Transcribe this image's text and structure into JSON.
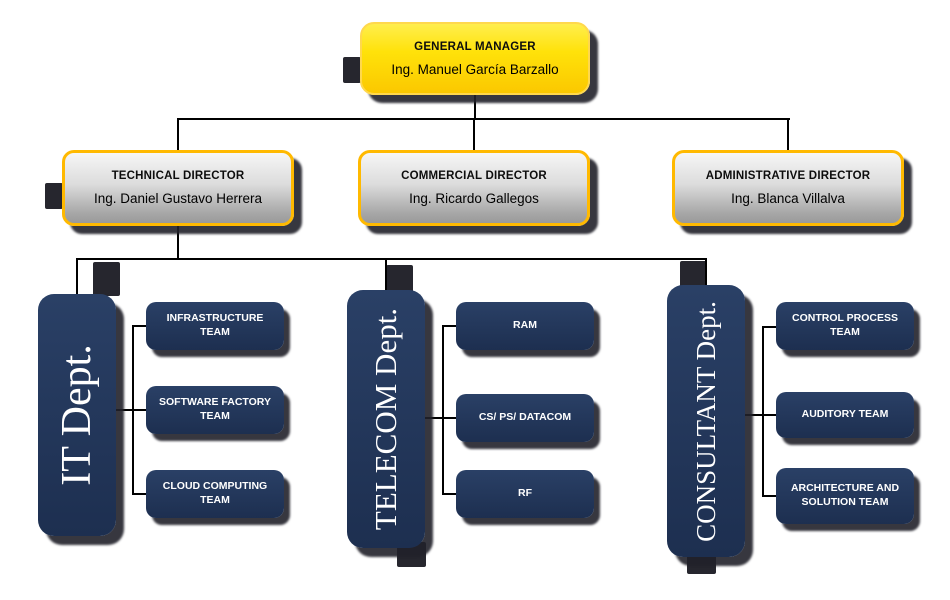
{
  "org": {
    "general_manager": {
      "title": "GENERAL MANAGER",
      "name": "Ing. Manuel García Barzallo"
    },
    "directors": [
      {
        "title": "TECHNICAL DIRECTOR",
        "name": "Ing. Daniel Gustavo Herrera"
      },
      {
        "title": "COMMERCIAL DIRECTOR",
        "name": "Ing. Ricardo Gallegos"
      },
      {
        "title": "ADMINISTRATIVE DIRECTOR",
        "name": "Ing. Blanca Villalva"
      }
    ],
    "departments": [
      {
        "label": "IT Dept.",
        "teams": [
          "INFRASTRUCTURE TEAM",
          "SOFTWARE FACTORY TEAM",
          "CLOUD COMPUTING TEAM"
        ]
      },
      {
        "label": "TELECOM Dept.",
        "teams": [
          "RAM",
          "CS/ PS/ DATACOM",
          "RF"
        ]
      },
      {
        "label": "CONSULTANT Dept.",
        "teams": [
          "CONTROL PROCESS TEAM",
          "AUDITORY TEAM",
          "ARCHITECTURE AND SOLUTION TEAM"
        ]
      }
    ],
    "colors": {
      "manager_fill_top": "#FFE817",
      "manager_fill_bottom": "#FBC800",
      "director_fill_top": "#F4F4F4",
      "director_fill_bottom": "#9A9A9A",
      "director_border": "#FFB900",
      "department_fill": "#213459",
      "connector": "#000000",
      "shadow": "#23232B",
      "background": "#FFFFFF"
    }
  }
}
